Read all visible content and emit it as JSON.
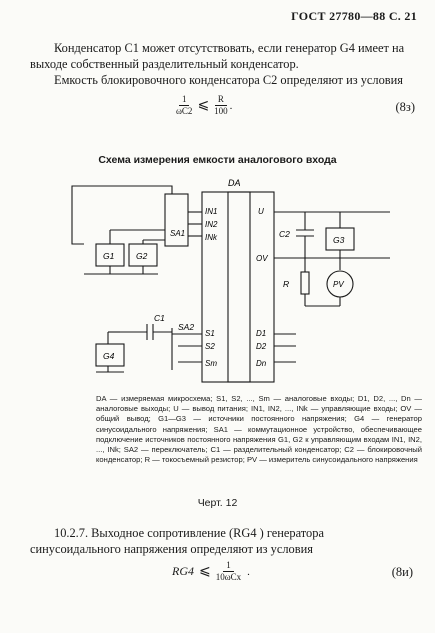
{
  "header": {
    "standard": "ГОСТ 27780—88 С. 21"
  },
  "para1": "Конденсатор C1 может отсутствовать, если генератор G4 имеет на выходе собственный разделительный конденсатор.",
  "para2": "Емкость блокировочного конденсатора C2 определяют из условия",
  "eq1": {
    "lhs_num": "1",
    "lhs_den": "ωC2",
    "rel": "⩽",
    "rhs_num": "R",
    "rhs_den": "100",
    "tail": ".",
    "number": "(8з)"
  },
  "diagram_title": "Схема измерения емкости аналогового входа",
  "diagram": {
    "chip": "DA",
    "in_pins": [
      "IN1",
      "IN2",
      "INk"
    ],
    "s_pins": [
      "S1",
      "S2",
      "Sm"
    ],
    "right_pins": [
      "U",
      "OV"
    ],
    "d_pins": [
      "D1",
      "D2",
      "Dn"
    ],
    "gens": [
      "G1",
      "G2",
      "G3",
      "G4"
    ],
    "sa1": "SA1",
    "sa2": "SA2",
    "c1": "C1",
    "c2": "C2",
    "r": "R",
    "pv": "PV"
  },
  "legend": "DA — измеряемая микросхема; S1, S2, ..., Sm — аналоговые входы; D1, D2, ..., Dn — аналоговые выходы; U — вывод питания; IN1, IN2, ..., INk — управляющие входы; OV — общий вывод; G1—G3 — источники постоянного напряжения; G4 — генератор синусоидального напряжения; SA1 — коммутационное устройство, обеспечивающее подключение источников постоянного напряжения G1, G2 к управляющим входам IN1, IN2, ..., INk; SA2 — переключатель; C1 — разделительный конденсатор; C2 — блокировочный конденсатор; R — токосъемный резистор; PV — измеритель синусоидального напряжения",
  "caption": "Черт. 12",
  "para3": "10.2.7. Выходное сопротивление (RG4 ) генератора синусоидального напряжения определяют из условия",
  "eq2": {
    "lhs": "RG4",
    "rel": "⩽",
    "rhs_num": "1",
    "rhs_den": "10ωCx",
    "tail": ".",
    "number": "(8и)"
  }
}
